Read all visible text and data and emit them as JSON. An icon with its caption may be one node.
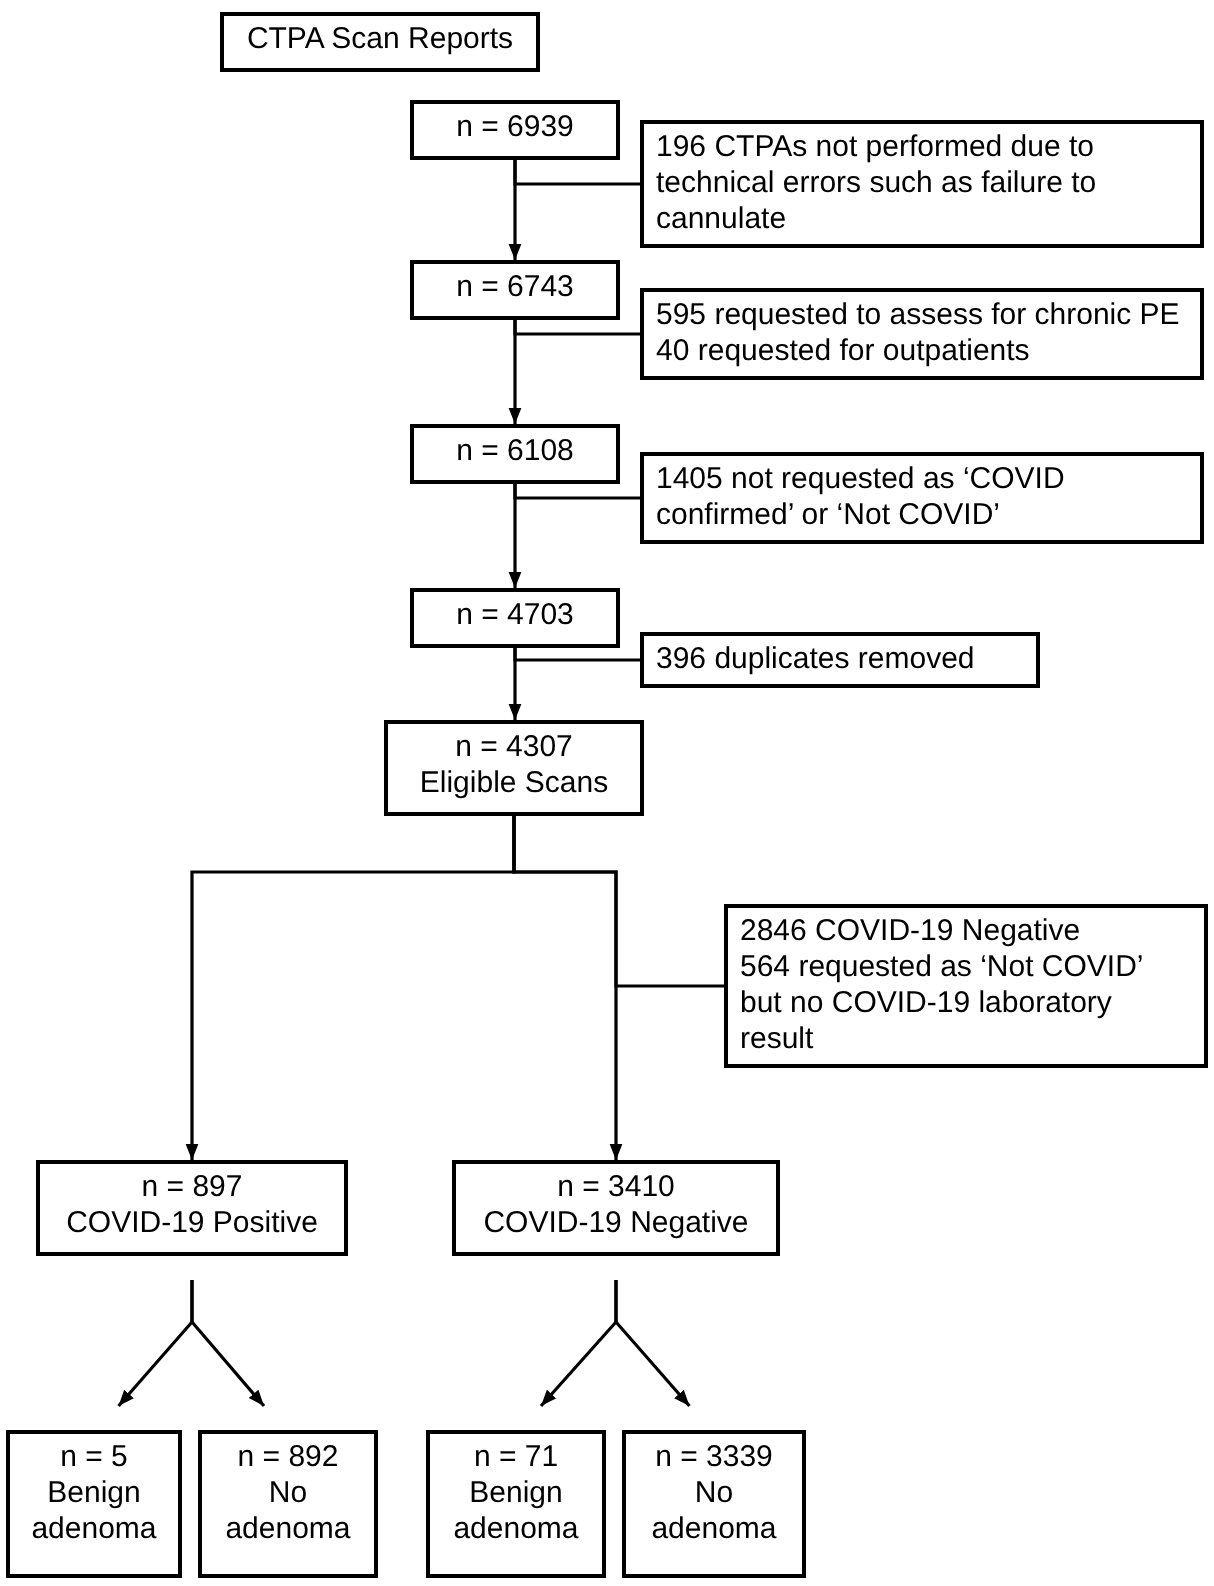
{
  "diagram": {
    "nodes": [
      {
        "text": [
          "CTPA Scan Reports"
        ]
      },
      {
        "text": [
          "n = 6939"
        ]
      },
      {
        "text": [
          "196 CTPAs not performed due to technical errors such as failure to cannulate"
        ]
      },
      {
        "text": [
          "n = 6743"
        ]
      },
      {
        "text": [
          "595 requested to assess for chronic PE",
          "40 requested for outpatients"
        ]
      },
      {
        "text": [
          "n = 6108"
        ]
      },
      {
        "text": [
          "1405 not requested as ‘COVID confirmed’ or ‘Not COVID’"
        ]
      },
      {
        "text": [
          "n = 4703"
        ]
      },
      {
        "text": [
          "396 duplicates removed"
        ]
      },
      {
        "text": [
          "n = 4307",
          "Eligible Scans"
        ]
      },
      {
        "text": [
          "2846 COVID-19 Negative",
          "564 requested as ‘Not COVID’ but no COVID-19 laboratory result"
        ]
      },
      {
        "text": [
          "n = 897",
          "COVID-19 Positive"
        ]
      },
      {
        "text": [
          "n = 3410",
          "COVID-19 Negative"
        ]
      },
      {
        "text": [
          "n = 5",
          "Benign adenoma"
        ]
      },
      {
        "text": [
          "n = 892",
          "No adenoma"
        ]
      },
      {
        "text": [
          "n = 71",
          "Benign adenoma"
        ]
      },
      {
        "text": [
          "n = 3339",
          "No adenoma"
        ]
      }
    ],
    "edges": [
      {
        "from": 1,
        "to": 3,
        "arrow": "to"
      },
      {
        "from": 1,
        "to": 2,
        "arrow": "none"
      },
      {
        "from": 3,
        "to": 5,
        "arrow": "to"
      },
      {
        "from": 3,
        "to": 4,
        "arrow": "none"
      },
      {
        "from": 5,
        "to": 7,
        "arrow": "to"
      },
      {
        "from": 5,
        "to": 6,
        "arrow": "none"
      },
      {
        "from": 7,
        "to": 9,
        "arrow": "to"
      },
      {
        "from": 7,
        "to": 8,
        "arrow": "none"
      },
      {
        "from": 9,
        "to": 11,
        "arrow": "to"
      },
      {
        "from": 9,
        "to": 12,
        "arrow": "to"
      },
      {
        "from": 9,
        "to": 10,
        "arrow": "none"
      },
      {
        "from": 11,
        "to": 13,
        "arrow": "to"
      },
      {
        "from": 11,
        "to": 14,
        "arrow": "to"
      },
      {
        "from": 12,
        "to": 15,
        "arrow": "to"
      },
      {
        "from": 12,
        "to": 16,
        "arrow": "to"
      }
    ]
  }
}
